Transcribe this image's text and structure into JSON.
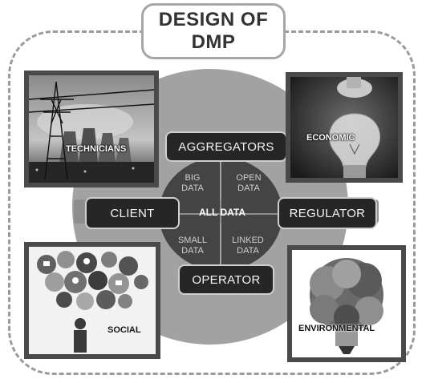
{
  "title": {
    "line1": "DESIGN OF",
    "line2": "DMP"
  },
  "hub": {
    "center": "ALL DATA",
    "quadrants": {
      "top_left": {
        "line1": "BIG",
        "line2": "DATA"
      },
      "top_right": {
        "line1": "OPEN",
        "line2": "DATA"
      },
      "bottom_left": {
        "line1": "SMALL",
        "line2": "DATA"
      },
      "bottom_right": {
        "line1": "LINKED",
        "line2": "DATA"
      }
    }
  },
  "actors": {
    "top": "AGGREGATORS",
    "bottom": "OPERATOR",
    "left": "CLIENT",
    "right": "REGULATOR"
  },
  "tiles": {
    "top_left": {
      "label": "TECHNICIANS",
      "icon": "power-plant-image"
    },
    "top_right": {
      "label": "ECONOMIC",
      "icon": "lightbulb-image"
    },
    "bottom_left": {
      "label": "SOCIAL",
      "icon": "social-media-image"
    },
    "bottom_right": {
      "label": "ENVIRONMENTAL",
      "icon": "tree-bulb-image"
    }
  },
  "colors": {
    "circle": "#a2a2a2",
    "pill": "#262626",
    "frame": "#9a9a9a",
    "tile_border": "#4a4a4a"
  }
}
